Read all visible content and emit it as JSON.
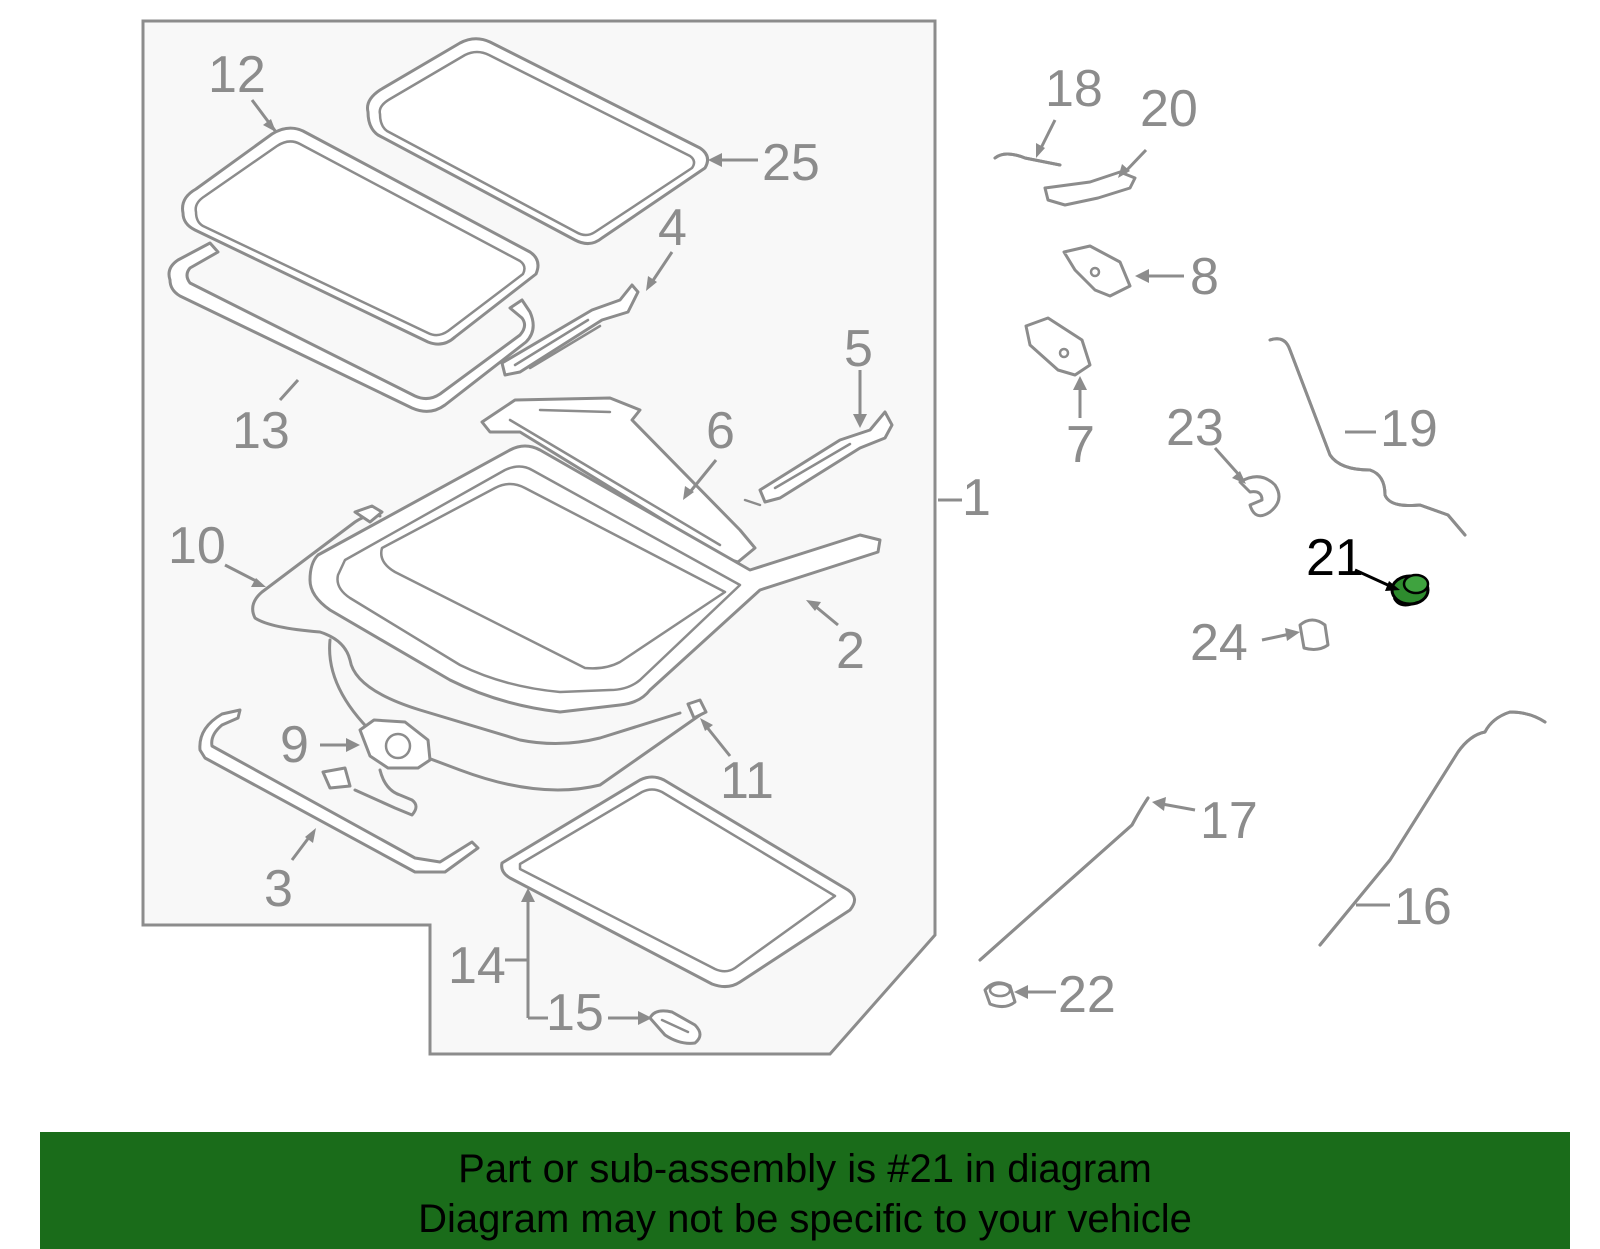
{
  "diagram": {
    "callouts": [
      "1",
      "2",
      "3",
      "4",
      "5",
      "6",
      "7",
      "8",
      "9",
      "10",
      "11",
      "12",
      "13",
      "14",
      "15",
      "16",
      "17",
      "18",
      "19",
      "20",
      "21",
      "22",
      "23",
      "24",
      "25"
    ],
    "highlighted_part": "21",
    "colors": {
      "line": "#8c8c8c",
      "highlight_part": "#2e8b2e",
      "highlight_text": "#000000",
      "banner_bg": "#1a6c1a",
      "background": "#ffffff"
    }
  },
  "banner": {
    "line1": "Part or sub-assembly is #21 in diagram",
    "line2": "Diagram may not be specific to your vehicle"
  }
}
